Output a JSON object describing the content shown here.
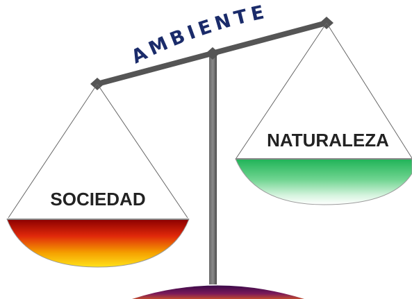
{
  "title": "AMBIENTE",
  "left_pan": {
    "label": "SOCIEDAD"
  },
  "right_pan": {
    "label": "NATURALEZA"
  },
  "colors": {
    "beam": "#555555",
    "title_text": "#1a2b6a",
    "left_pan_gradient": [
      "#8b0000",
      "#e0280a",
      "#f5a000",
      "#ffe21a"
    ],
    "right_pan_gradient": [
      "#1fb357",
      "#6fd490",
      "#d6f4df",
      "#ffffff"
    ],
    "base_gradient": [
      "#3a0a4a",
      "#7a1a5a",
      "#ff8800"
    ]
  }
}
